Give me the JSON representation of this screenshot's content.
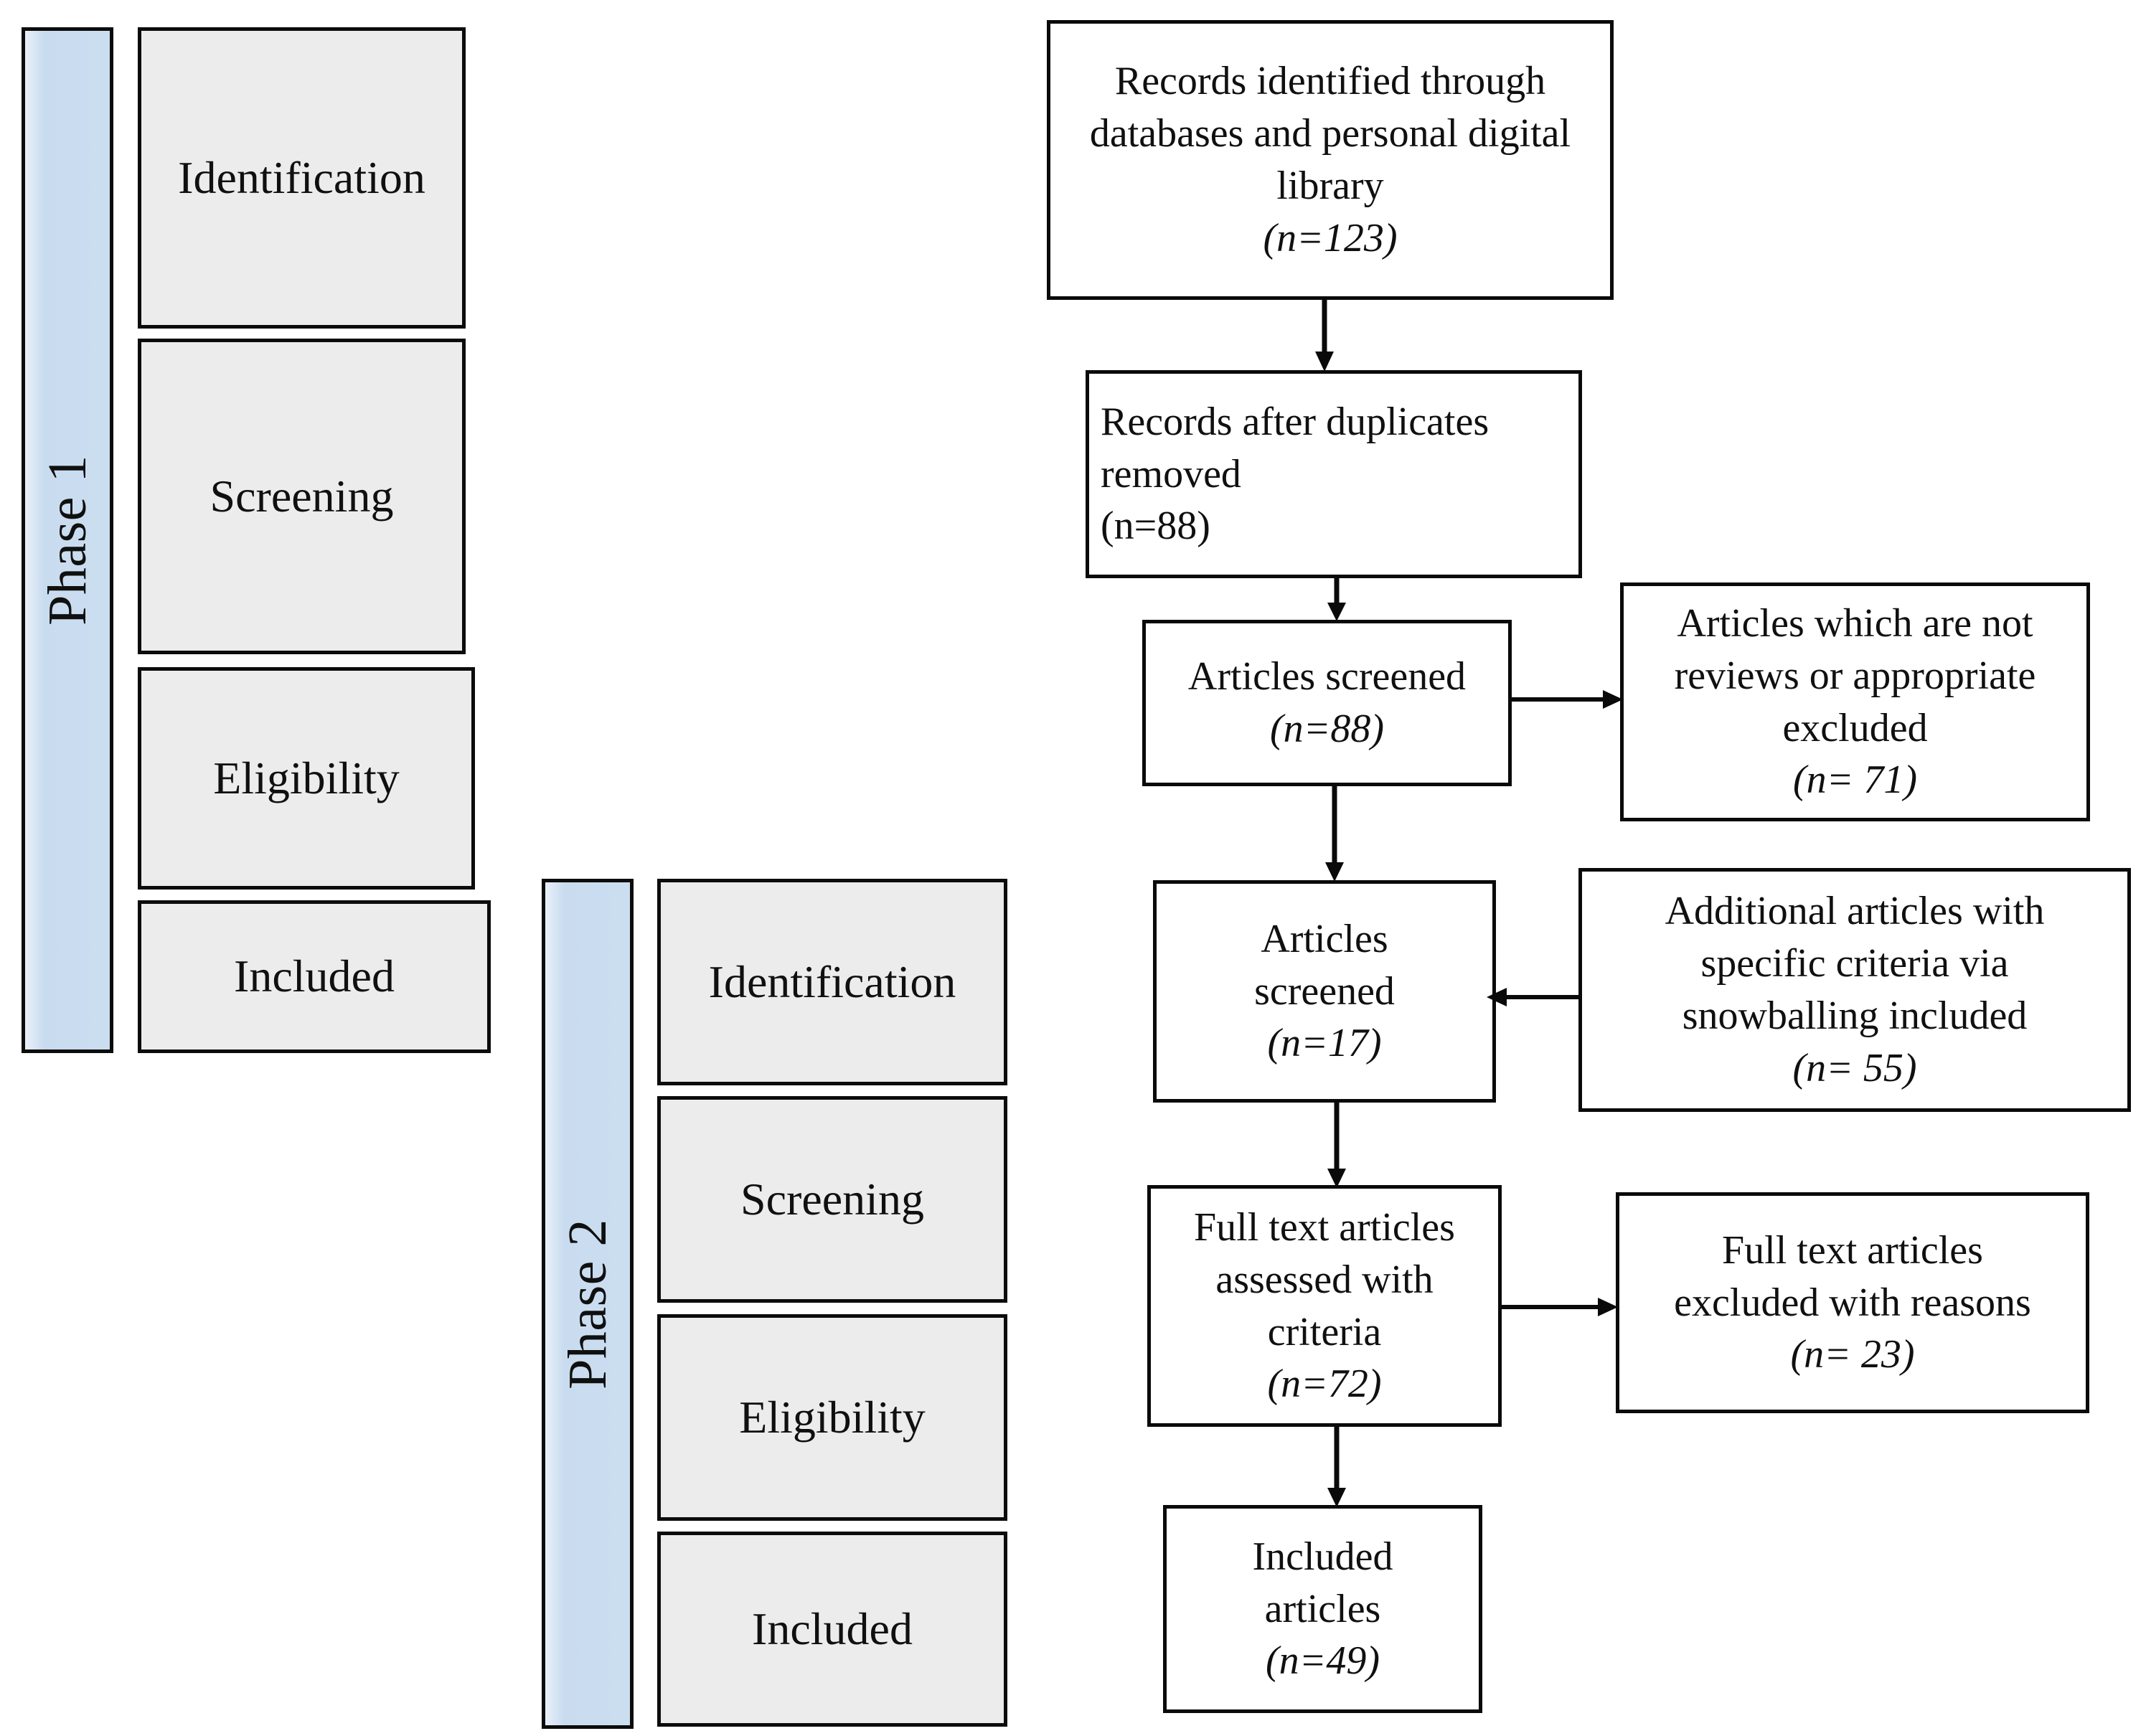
{
  "figure": {
    "type": "prisma-flow-diagram",
    "colors": {
      "phase_bar_fill": "#cbdef0",
      "phase_bar_fill_light": "#e9f1f9",
      "stage_box_fill": "#ececec",
      "flow_box_fill": "#ffffff",
      "border": "#0c0c0c",
      "text": "#101010"
    }
  },
  "phases": [
    {
      "id": "phase-1",
      "label": "Phase 1",
      "stages": [
        {
          "label": "Identification"
        },
        {
          "label": "Screening"
        },
        {
          "label": "Eligibility"
        },
        {
          "label": "Included"
        }
      ]
    },
    {
      "id": "phase-2",
      "label": "Phase 2",
      "stages": [
        {
          "label": "Identification"
        },
        {
          "label": "Screening"
        },
        {
          "label": "Eligibility"
        },
        {
          "label": "Included"
        }
      ]
    }
  ],
  "flow": {
    "records_identified": {
      "line1": "Records identified  through",
      "line2": "databases and personal digital",
      "line3": "library",
      "count": "(n=123)"
    },
    "records_after_duplicates": {
      "line1": "Records after duplicates",
      "line2": "removed",
      "count": "(n=88)"
    },
    "articles_screened_88": {
      "line1": "Articles screened",
      "count": "(n=88)"
    },
    "articles_excluded_71": {
      "line1": "Articles  which are not",
      "line2": "reviews or appropriate",
      "line3": "excluded",
      "count": "(n= 71)"
    },
    "articles_screened_17": {
      "line1": "Articles",
      "line2": "screened",
      "count": "(n=17)"
    },
    "snowballing_included_55": {
      "line1": "Additional articles with",
      "line2": "specific criteria via",
      "line3": "snowballing  included",
      "count": "(n= 55)"
    },
    "full_text_assessed_72": {
      "line1": "Full text articles",
      "line2": "assessed with",
      "line3": "criteria",
      "count": "(n=72)"
    },
    "full_text_excluded_23": {
      "line1": "Full text articles",
      "line2": "excluded with reasons",
      "count": "(n= 23)"
    },
    "included_articles_49": {
      "line1": "Included",
      "line2": "articles",
      "count": "(n=49)"
    }
  },
  "connectors": [
    {
      "id": "arrow-identified-to-duplicates",
      "direction": "down"
    },
    {
      "id": "arrow-duplicates-to-screened88",
      "direction": "down"
    },
    {
      "id": "arrow-screened88-to-excluded71",
      "direction": "right"
    },
    {
      "id": "arrow-screened88-to-screened17",
      "direction": "down"
    },
    {
      "id": "arrow-snowballing-to-screened17",
      "direction": "left"
    },
    {
      "id": "arrow-screened17-to-fulltext72",
      "direction": "down"
    },
    {
      "id": "arrow-fulltext72-to-excluded23",
      "direction": "right"
    },
    {
      "id": "arrow-fulltext72-to-included49",
      "direction": "down"
    }
  ]
}
